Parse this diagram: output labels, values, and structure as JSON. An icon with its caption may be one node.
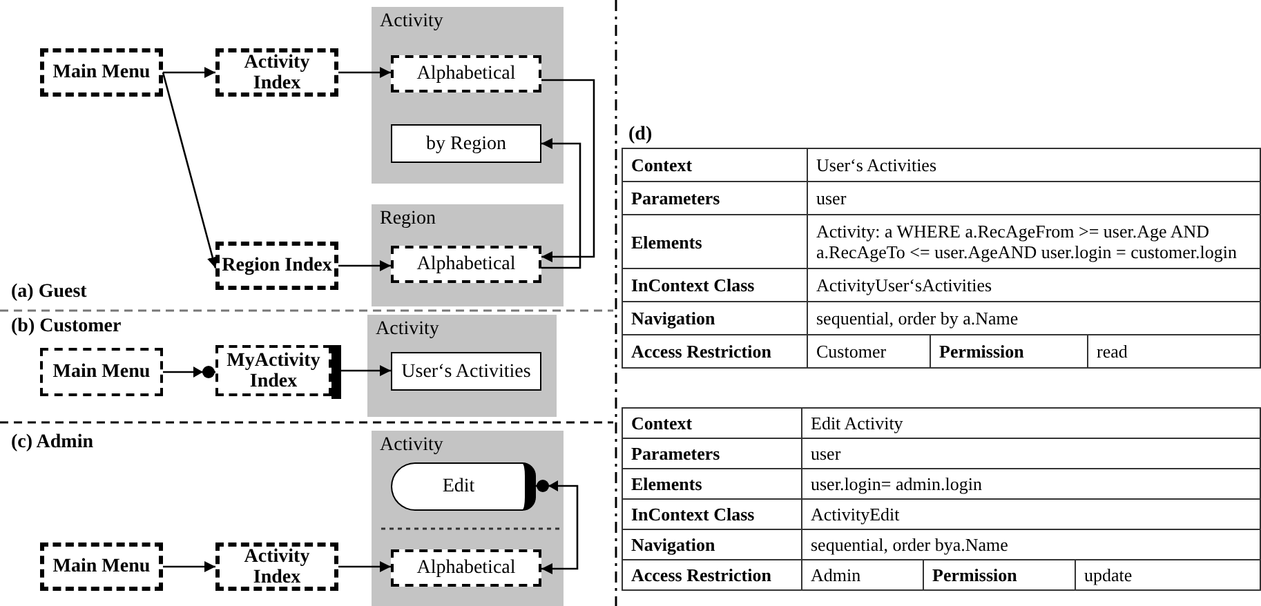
{
  "diagram": {
    "nodes": [
      {
        "text": [
          "Main Menu"
        ]
      },
      {
        "text": [
          "Activity Index"
        ]
      },
      {
        "text": [
          "Activity"
        ]
      },
      {
        "text": [
          "Alphabetical"
        ],
        "in": 2
      },
      {
        "text": [
          "by Region"
        ],
        "in": 2
      },
      {
        "text": [
          "Region"
        ]
      },
      {
        "text": [
          "Alphabetical"
        ],
        "in": 5
      },
      {
        "text": [
          "Region Index"
        ]
      },
      {
        "text": [
          "Main Menu"
        ]
      },
      {
        "text": [
          "MyActivity Index"
        ]
      },
      {
        "text": [
          "Activity"
        ]
      },
      {
        "text": [
          "User‘s Activities"
        ],
        "in": 10
      },
      {
        "text": [
          "Activity"
        ]
      },
      {
        "text": [
          "Edit"
        ],
        "in": 12
      },
      {
        "text": [
          "Main Menu"
        ]
      },
      {
        "text": [
          "Activity Index"
        ]
      },
      {
        "text": [
          "Alphabetical"
        ],
        "in": 12
      }
    ],
    "edges": [
      {
        "from": 0,
        "to": 1,
        "arrow": "to"
      },
      {
        "from": 0,
        "to": 7,
        "arrow": "to"
      },
      {
        "from": 1,
        "to": 3,
        "arrow": "to"
      },
      {
        "from": 7,
        "to": 6,
        "arrow": "to"
      },
      {
        "from": 3,
        "to": 6,
        "arrow": "to"
      },
      {
        "from": 6,
        "to": 4,
        "arrow": "to"
      },
      {
        "from": 8,
        "to": 9,
        "arrow": "to"
      },
      {
        "from": 9,
        "to": 11,
        "arrow": "to"
      },
      {
        "from": 14,
        "to": 15,
        "arrow": "to"
      },
      {
        "from": 15,
        "to": 16,
        "arrow": "to"
      },
      {
        "from": 16,
        "to": 13,
        "arrow": "both"
      }
    ],
    "labels": [
      "(a) Guest",
      "(b) Customer",
      "(c) Admin",
      "(d)",
      "Context",
      "User‘s Activities",
      "Parameters",
      "user",
      "Elements",
      "Activity: a WHERE a.RecAgeFrom >= user.Age AND a.RecAgeTo <= user.AgeAND user.login = customer.login",
      "InContext Class",
      "ActivityUser‘sActivities",
      "Navigation",
      "sequential, order by a.Name",
      "Access Restriction",
      "Customer",
      "Permission",
      "read",
      "Context",
      "Edit Activity",
      "Parameters",
      "user",
      "Elements",
      "user.login= admin.login",
      "InContext Class",
      "ActivityEdit",
      "Navigation",
      "sequential, order bya.Name",
      "Access Restriction",
      "Admin",
      "Permission",
      "update"
    ]
  }
}
